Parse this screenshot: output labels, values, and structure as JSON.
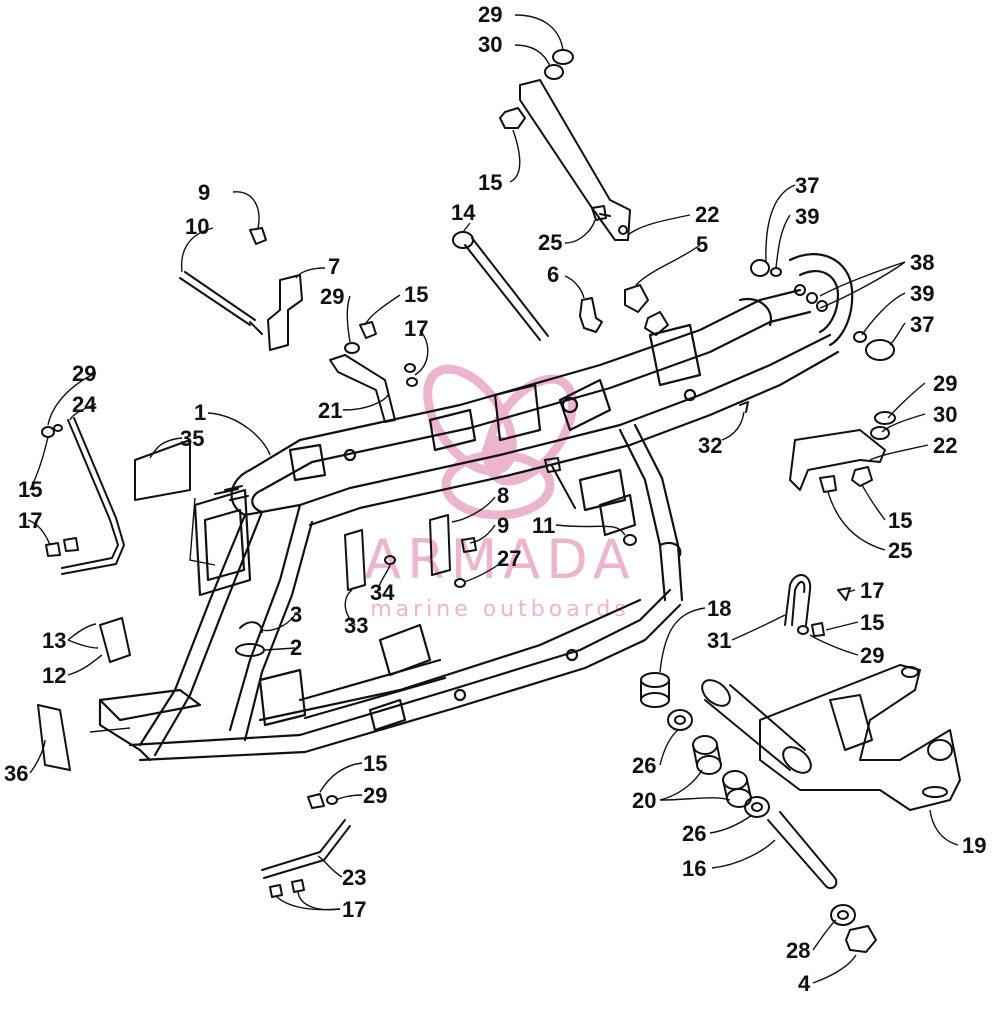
{
  "watermark": {
    "title": "ARMADA",
    "subtitle": "marine outboards",
    "color": "#e9a7c7"
  },
  "line_color": "#111111",
  "callouts": [
    {
      "id": "c29a",
      "label": "29"
    },
    {
      "id": "c30a",
      "label": "30"
    },
    {
      "id": "c15a",
      "label": "15"
    },
    {
      "id": "c14",
      "label": "14"
    },
    {
      "id": "c25a",
      "label": "25"
    },
    {
      "id": "c22a",
      "label": "22"
    },
    {
      "id": "c9a",
      "label": "9"
    },
    {
      "id": "c10",
      "label": "10"
    },
    {
      "id": "c7",
      "label": "7"
    },
    {
      "id": "c29b",
      "label": "29"
    },
    {
      "id": "c15b",
      "label": "15"
    },
    {
      "id": "c17a",
      "label": "17"
    },
    {
      "id": "c6",
      "label": "6"
    },
    {
      "id": "c5",
      "label": "5"
    },
    {
      "id": "c37a",
      "label": "37"
    },
    {
      "id": "c39a",
      "label": "39"
    },
    {
      "id": "c38",
      "label": "38"
    },
    {
      "id": "c39b",
      "label": "39"
    },
    {
      "id": "c37b",
      "label": "37"
    },
    {
      "id": "c29c",
      "label": "29"
    },
    {
      "id": "c24",
      "label": "24"
    },
    {
      "id": "c1",
      "label": "1"
    },
    {
      "id": "c35",
      "label": "35"
    },
    {
      "id": "c21",
      "label": "21"
    },
    {
      "id": "c15c",
      "label": "15"
    },
    {
      "id": "c17b",
      "label": "17"
    },
    {
      "id": "c8",
      "label": "8"
    },
    {
      "id": "c11",
      "label": "11"
    },
    {
      "id": "c9b",
      "label": "9"
    },
    {
      "id": "c27",
      "label": "27"
    },
    {
      "id": "c34",
      "label": "34"
    },
    {
      "id": "c33",
      "label": "33"
    },
    {
      "id": "c3",
      "label": "3"
    },
    {
      "id": "c2",
      "label": "2"
    },
    {
      "id": "c13",
      "label": "13"
    },
    {
      "id": "c12",
      "label": "12"
    },
    {
      "id": "c36",
      "label": "36"
    },
    {
      "id": "c32",
      "label": "32"
    },
    {
      "id": "c29d",
      "label": "29"
    },
    {
      "id": "c30b",
      "label": "30"
    },
    {
      "id": "c22b",
      "label": "22"
    },
    {
      "id": "c15d",
      "label": "15"
    },
    {
      "id": "c25b",
      "label": "25"
    },
    {
      "id": "c18",
      "label": "18"
    },
    {
      "id": "c31",
      "label": "31"
    },
    {
      "id": "c17c",
      "label": "17"
    },
    {
      "id": "c15e",
      "label": "15"
    },
    {
      "id": "c29e",
      "label": "29"
    },
    {
      "id": "c26a",
      "label": "26"
    },
    {
      "id": "c20",
      "label": "20"
    },
    {
      "id": "c26b",
      "label": "26"
    },
    {
      "id": "c16",
      "label": "16"
    },
    {
      "id": "c19",
      "label": "19"
    },
    {
      "id": "c28",
      "label": "28"
    },
    {
      "id": "c4",
      "label": "4"
    },
    {
      "id": "c15f",
      "label": "15"
    },
    {
      "id": "c29f",
      "label": "29"
    },
    {
      "id": "c23",
      "label": "23"
    },
    {
      "id": "c17d",
      "label": "17"
    }
  ]
}
